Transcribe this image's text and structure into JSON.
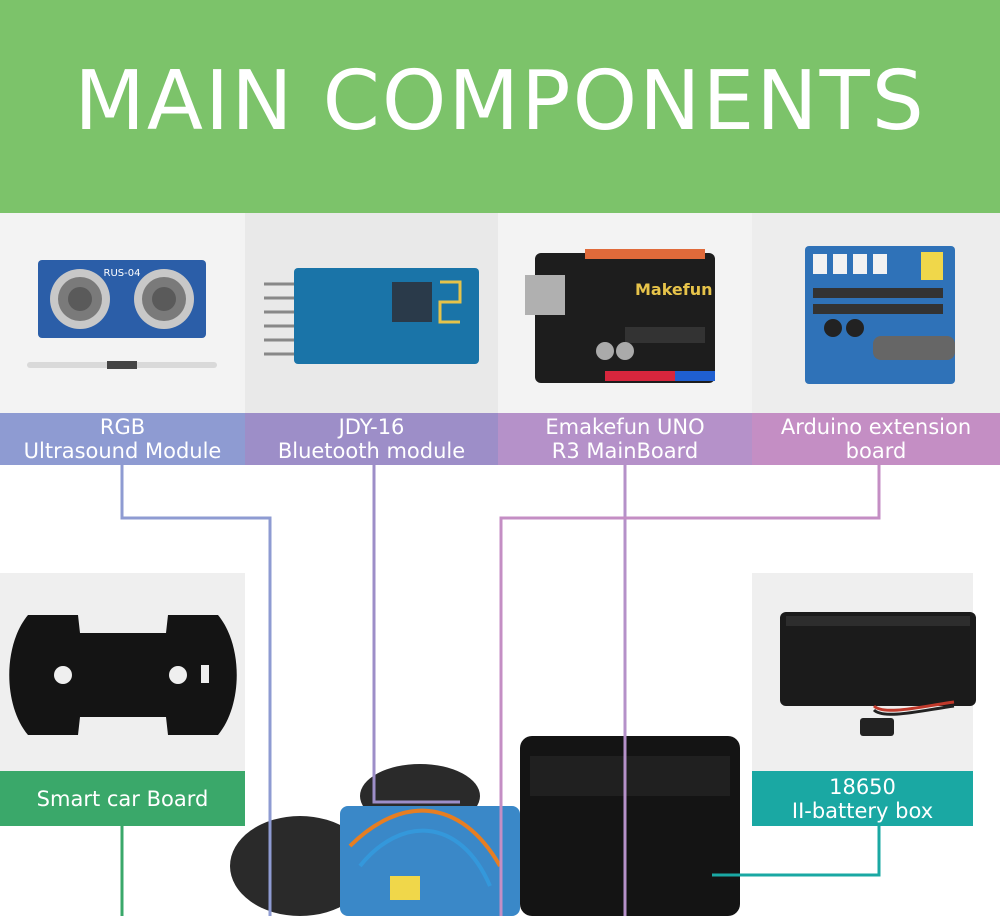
{
  "banner": {
    "title": "MAIN COMPONENTS",
    "background": "#7cc36a"
  },
  "components": [
    {
      "id": "ultrasound",
      "line1": "RGB",
      "line2": "Ultrasound Module",
      "color": "#8e9bd2",
      "icon": "ultrasonic-sensor-icon"
    },
    {
      "id": "bluetooth",
      "line1": "JDY-16",
      "line2": "Bluetooth module",
      "color": "#9d8ec8",
      "icon": "bluetooth-board-icon"
    },
    {
      "id": "mainboard",
      "line1": "Emakefun UNO",
      "line2": "R3 MainBoard",
      "color": "#b591c9",
      "icon": "uno-board-icon"
    },
    {
      "id": "extension",
      "line1": "Arduino extension",
      "line2": "board",
      "color": "#c48ec4",
      "icon": "extension-board-icon"
    },
    {
      "id": "carboard",
      "line1": "Smart car Board",
      "line2": "",
      "color": "#3aa86a",
      "icon": "car-chassis-icon"
    },
    {
      "id": "battery",
      "line1": "18650",
      "line2": "II-battery box",
      "color": "#1aa8a3",
      "icon": "battery-box-icon"
    }
  ],
  "board_print": {
    "ultrasound_model": "RUS-04",
    "mainboard_brand": "Makefun"
  }
}
